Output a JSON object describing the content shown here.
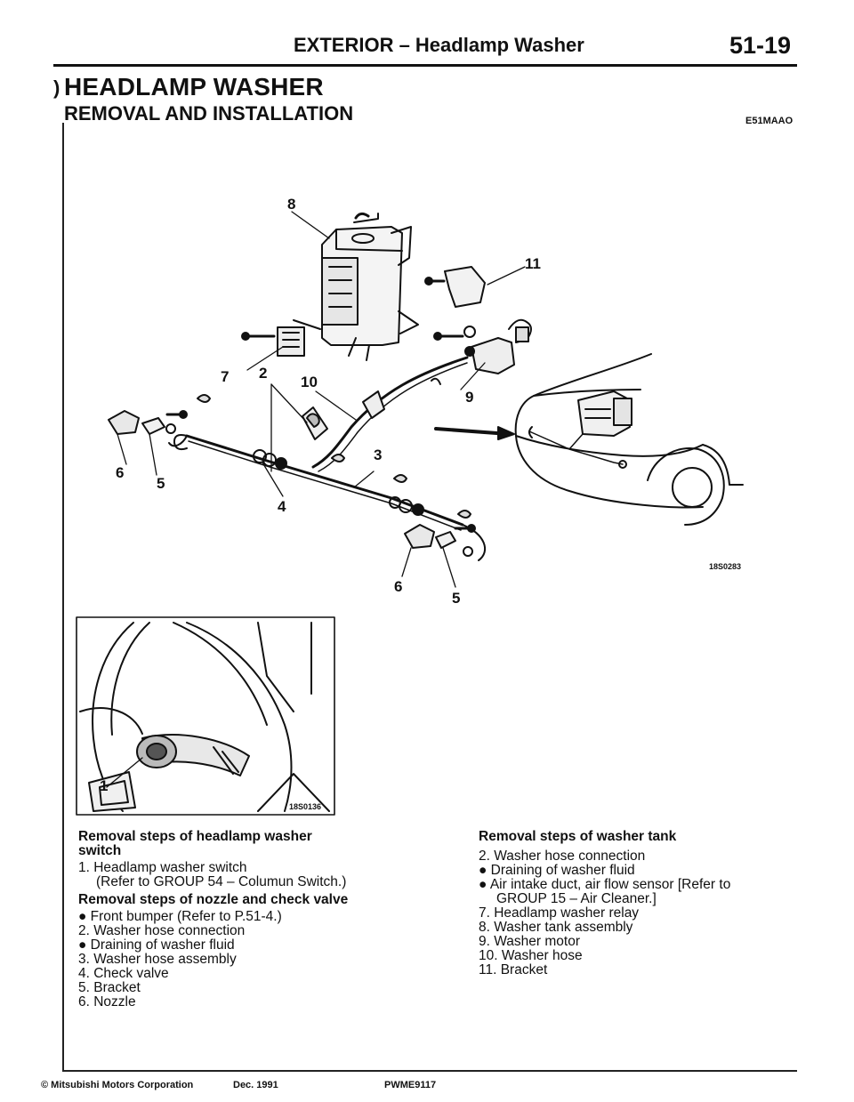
{
  "header": {
    "section": "EXTERIOR – Headlamp Washer",
    "page": "51-19"
  },
  "title": {
    "main": "HEADLAMP WASHER",
    "sub": "REMOVAL AND INSTALLATION",
    "code": "E51MAAO"
  },
  "figure1": {
    "code": "18S0283",
    "callouts": [
      "8",
      "11",
      "7",
      "2",
      "10",
      "9",
      "6",
      "5",
      "3",
      "4",
      "6",
      "5"
    ]
  },
  "figure2": {
    "code": "18S0136",
    "callouts": [
      "1"
    ]
  },
  "left_column": {
    "heading1a": "Removal steps of headlamp washer",
    "heading1b": "switch",
    "step1a": "1.  Headlamp washer switch",
    "step1b": "(Refer to GROUP 54 – Columun Switch.)",
    "heading2": "Removal steps of nozzle and check valve",
    "items": [
      "●  Front bumper (Refer to P.51-4.)",
      "2.  Washer hose connection",
      "●  Draining of washer fluid",
      "3.  Washer hose assembly",
      "4.  Check valve",
      "5.  Bracket",
      "6.  Nozzle"
    ]
  },
  "right_column": {
    "heading": "Removal steps of washer tank",
    "items": [
      "2.  Washer hose connection",
      "●  Draining of washer fluid",
      "●  Air intake duct, air flow sensor [Refer to"
    ],
    "item_cont": "GROUP 15 – Air Cleaner.]",
    "items2": [
      "7.  Headlamp washer relay",
      "8.  Washer tank assembly",
      "9.  Washer motor",
      "10.  Washer hose",
      "11.  Bracket"
    ]
  },
  "footer": {
    "copyright": "© Mitsubishi Motors Corporation",
    "date": "Dec. 1991",
    "pub": "PWME9117"
  }
}
